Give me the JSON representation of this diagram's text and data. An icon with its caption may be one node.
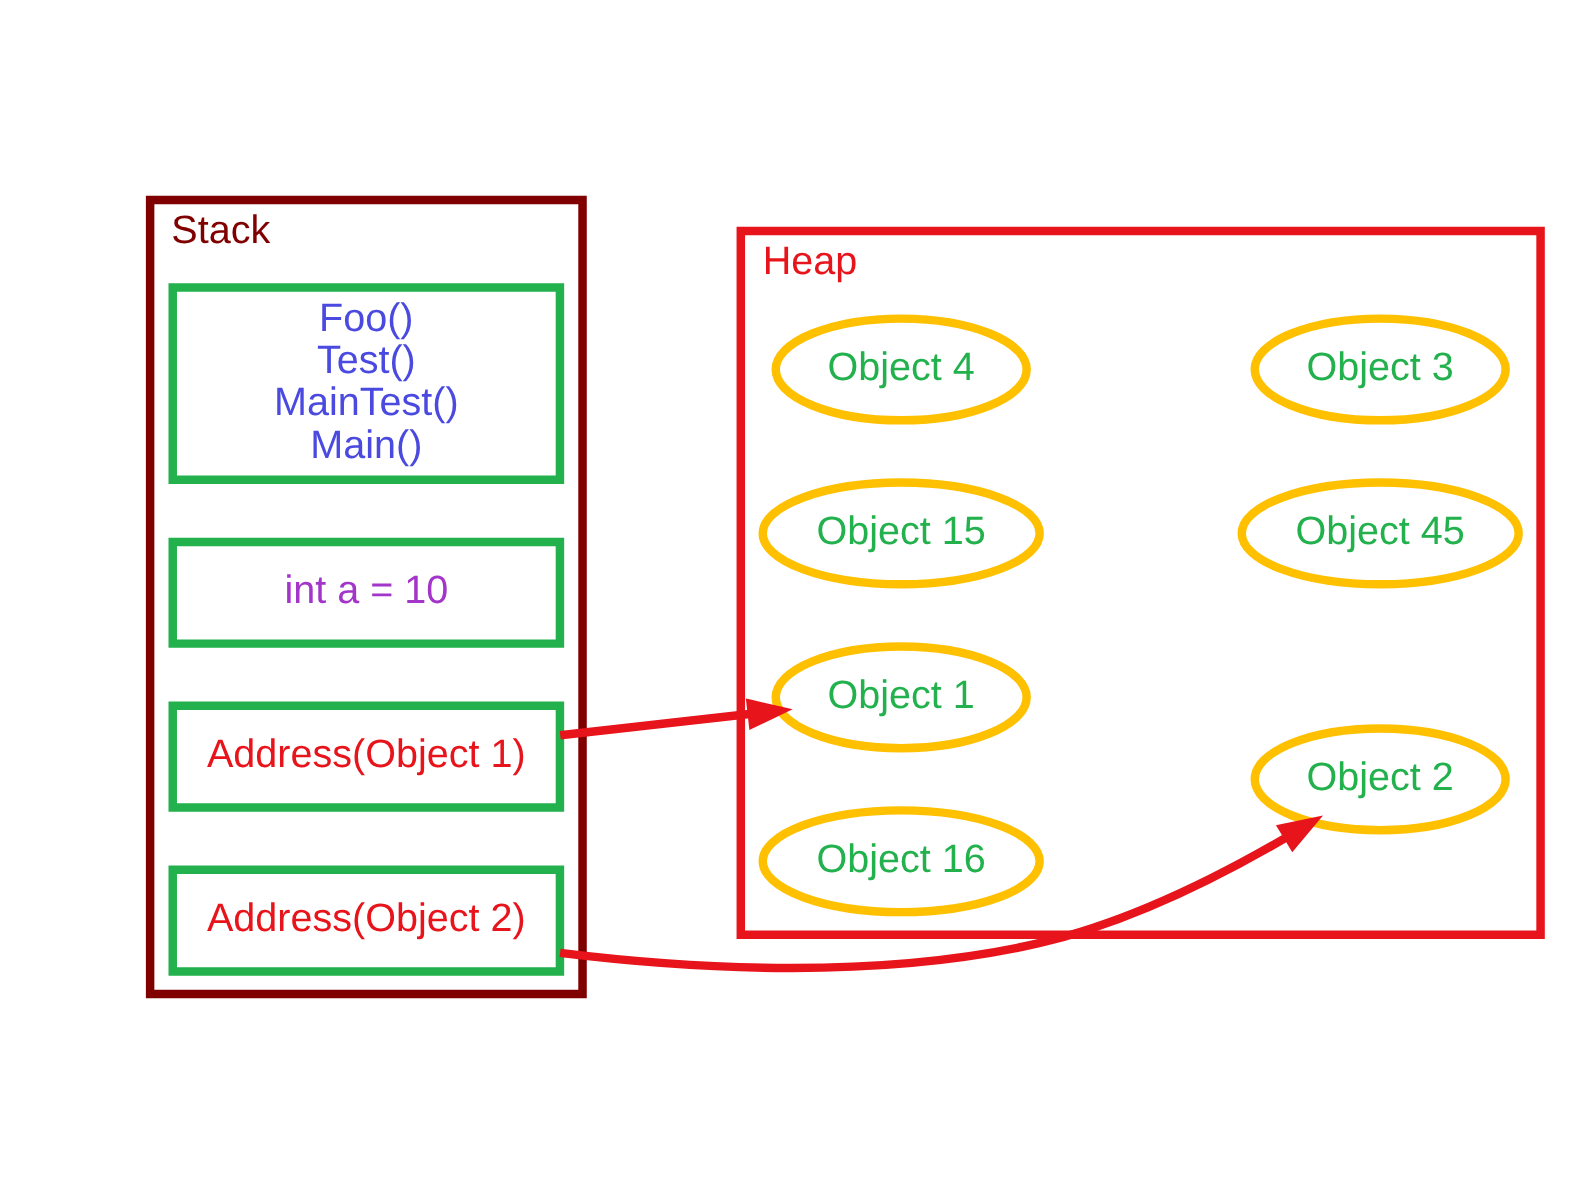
{
  "diagram": {
    "nodes": [
      {
        "text": [
          "Stack"
        ]
      },
      {
        "text": [
          "Address(Object 1)"
        ],
        "in": 0
      },
      {
        "text": [
          "Address(Object 2)"
        ],
        "in": 0
      },
      {
        "text": [
          "int a = 10"
        ],
        "in": 0
      },
      {
        "text": [
          "Foo()",
          "Test()",
          "MainTest()",
          "Main()"
        ],
        "in": 0
      },
      {
        "text": [
          "Heap"
        ]
      },
      {
        "text": [
          "Object 1"
        ],
        "in": 5
      },
      {
        "text": [
          "Object 2"
        ],
        "in": 5
      },
      {
        "text": [
          "Object 4"
        ],
        "in": 5
      },
      {
        "text": [
          "Object 3"
        ],
        "in": 5
      },
      {
        "text": [
          "Object 15"
        ],
        "in": 5
      },
      {
        "text": [
          "Object 45"
        ],
        "in": 5
      },
      {
        "text": [
          "Object 16"
        ],
        "in": 5
      }
    ],
    "edges": [
      {
        "from": 1,
        "to": 6,
        "arrow": "to"
      },
      {
        "from": 2,
        "to": 7,
        "arrow": "to"
      }
    ]
  }
}
